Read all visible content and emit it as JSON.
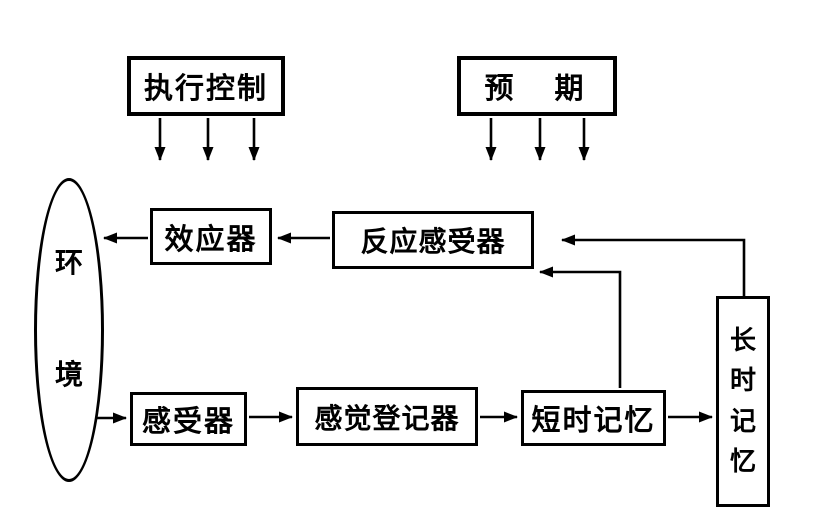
{
  "figure": {
    "background": "#ffffff",
    "ink": "#000000"
  },
  "diagram": {
    "type": "flowchart",
    "nodes": {
      "executive_control": {
        "label": "执行控制"
      },
      "expectancy": {
        "label": "预　期"
      },
      "environment": {
        "label": "环境",
        "chars": [
          "环",
          "境"
        ]
      },
      "effector": {
        "label": "效应器"
      },
      "response_generator": {
        "label": "反应感受器"
      },
      "receptor": {
        "label": "感受器"
      },
      "sensory_register": {
        "label": "感觉登记器"
      },
      "short_term_memory": {
        "label": "短时记忆"
      },
      "long_term_memory": {
        "label": "长时记忆",
        "chars": [
          "长",
          "时",
          "记",
          "忆"
        ]
      }
    },
    "edges": [
      {
        "from": "executive_control",
        "to": "flow",
        "style": "three-down-arrows"
      },
      {
        "from": "expectancy",
        "to": "flow",
        "style": "three-down-arrows"
      },
      {
        "from": "response_generator",
        "to": "effector"
      },
      {
        "from": "effector",
        "to": "environment"
      },
      {
        "from": "environment",
        "to": "receptor"
      },
      {
        "from": "receptor",
        "to": "sensory_register"
      },
      {
        "from": "sensory_register",
        "to": "short_term_memory"
      },
      {
        "from": "short_term_memory",
        "to": "long_term_memory"
      },
      {
        "from": "long_term_memory",
        "to": "response_generator",
        "style": "feedback"
      },
      {
        "from": "short_term_memory",
        "to": "response_generator",
        "style": "feedback"
      }
    ]
  }
}
